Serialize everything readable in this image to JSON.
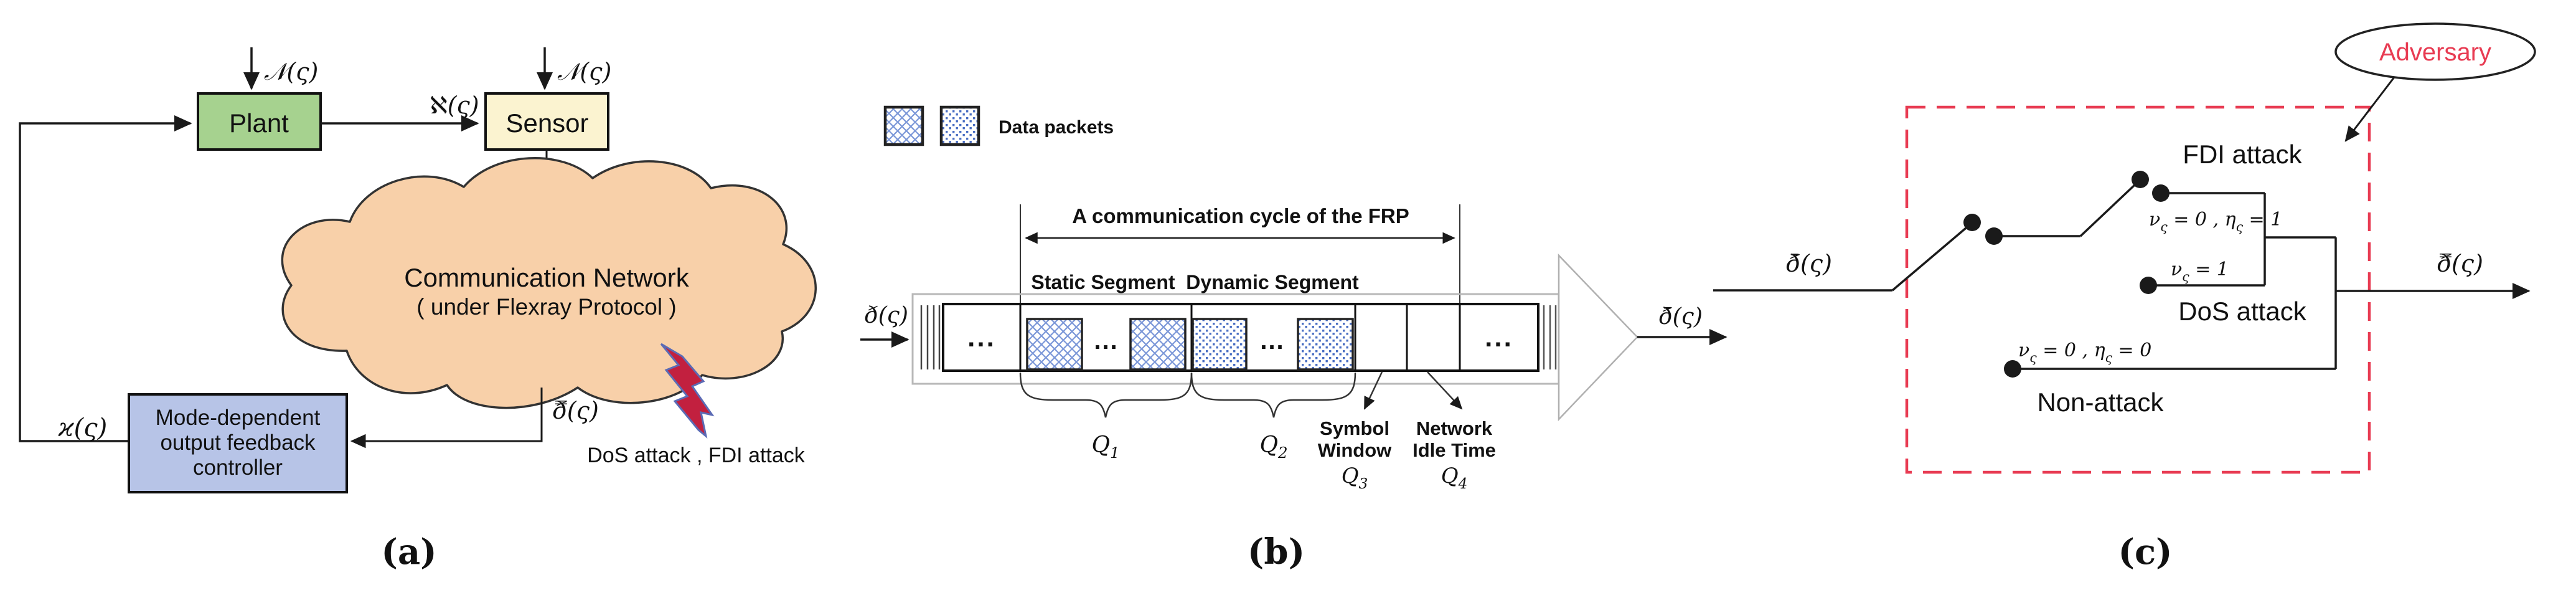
{
  "colors": {
    "plant_fill": "#a6d28f",
    "sensor_fill": "#fbf3d0",
    "controller_fill": "#b7c4e7",
    "cloud_fill": "#f8d0a9",
    "bolt_fill": "#c2203f",
    "bolt_outline": "#5b6bb5",
    "adversary_red": "#e83b52",
    "packet_blue": "#5b79cd",
    "line_black": "#1a1a1a",
    "gray_outline": "#b8b8b8"
  },
  "panel_a": {
    "caption": "(a)",
    "plant_label": "Plant",
    "sensor_label": "Sensor",
    "noise_plant": "𝒩(ς)",
    "noise_sensor": "𝒩(ς)",
    "state_signal": "ℵ(ς)",
    "sensor_output": "ð(ς)",
    "network_output": "ð̿(ς)",
    "control_signal": "ϰ(ς)",
    "cloud_line1": "Communication  Network",
    "cloud_line2": "( under Flexray Protocol )",
    "controller_line1": "Mode-dependent",
    "controller_line2": "output feedback",
    "controller_line3": "controller",
    "attack_text": "DoS attack , FDI attack"
  },
  "panel_b": {
    "caption": "(b)",
    "legend_label": "Data packets",
    "cycle_title": "A communication cycle of the FRP",
    "static_segment": "Static Segment",
    "dynamic_segment": "Dynamic Segment",
    "input_signal": "ð(ς)",
    "output_signal": "ð̄(ς)",
    "ellipsis": "...",
    "q1": {
      "parts": [
        {
          "t": "Q",
          "sub": "1"
        }
      ]
    },
    "q2": {
      "parts": [
        {
          "t": "Q",
          "sub": "2"
        }
      ]
    },
    "q3": {
      "parts": [
        {
          "t": "Q",
          "sub": "3"
        }
      ]
    },
    "q4": {
      "parts": [
        {
          "t": "Q",
          "sub": "4"
        }
      ]
    },
    "symbol_window": [
      "Symbol",
      "Window"
    ],
    "network_idle": [
      "Network",
      "Idle Time"
    ]
  },
  "panel_c": {
    "caption": "(c)",
    "adversary_label": "Adversary",
    "fdi_label": "FDI attack",
    "dos_label": "DoS attack",
    "non_attack_label": "Non-attack",
    "input_signal": "ð̄(ς)",
    "output_signal": "ð̿(ς)",
    "fdi_condition": {
      "parts": [
        {
          "t": "ν",
          "sub": "ς"
        },
        {
          "t": " = 0 , "
        },
        {
          "t": "η",
          "sub": "ς"
        },
        {
          "t": " = 1"
        }
      ]
    },
    "dos_condition": {
      "parts": [
        {
          "t": "ν",
          "sub": "ς"
        },
        {
          "t": " = 1"
        }
      ]
    },
    "non_attack_condition": {
      "parts": [
        {
          "t": "ν",
          "sub": "ς"
        },
        {
          "t": " = 0 ,  "
        },
        {
          "t": "η",
          "sub": "ς"
        },
        {
          "t": " = 0"
        }
      ]
    }
  }
}
